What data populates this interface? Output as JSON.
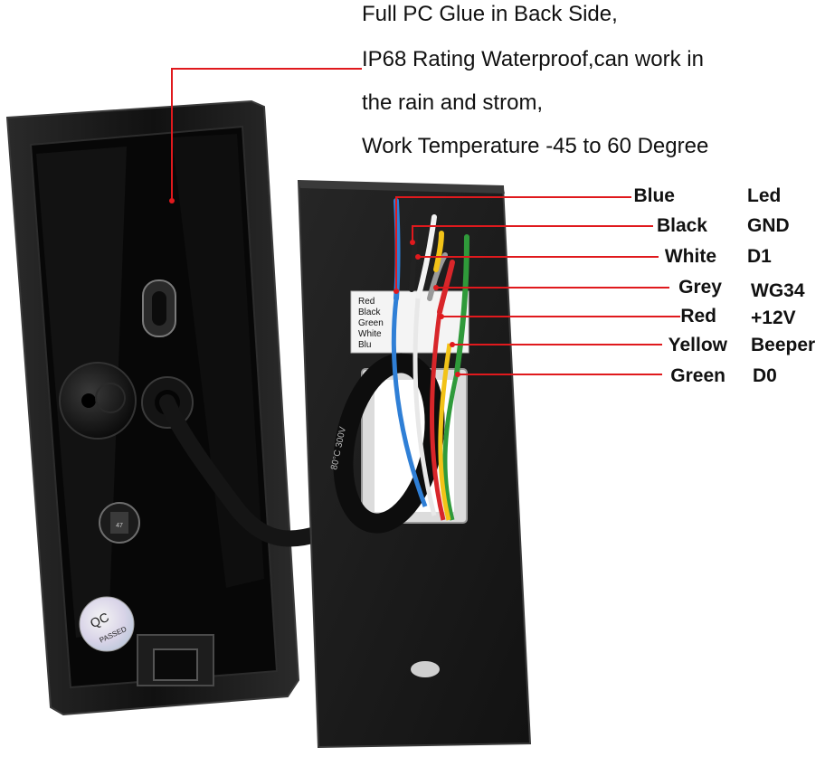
{
  "specs": [
    "Full PC Glue in Back Side,",
    "IP68 Rating Waterproof,can work in",
    "the rain and strom,",
    "Work Temperature -45 to 60 Degree"
  ],
  "wires": [
    {
      "color_name": "Blue",
      "function": "Led",
      "hex": "#2f7fd6"
    },
    {
      "color_name": "Black",
      "function": "GND",
      "hex": "#222222"
    },
    {
      "color_name": "White",
      "function": "D1",
      "hex": "#f2f2f2"
    },
    {
      "color_name": "Grey",
      "function": "WG34",
      "hex": "#9a9a9a"
    },
    {
      "color_name": "Red",
      "function": "+12V",
      "hex": "#d8262a"
    },
    {
      "color_name": "Yellow",
      "function": "Beeper",
      "hex": "#f2c318"
    },
    {
      "color_name": "Green",
      "function": "D0",
      "hex": "#2f9a3a"
    }
  ],
  "sticker_lines": [
    "Red",
    "Black",
    "Green",
    "White",
    "Blu"
  ],
  "qc_label": {
    "top": "QC",
    "bottom": "PASSED"
  },
  "cable_print": "80°C 300V",
  "leader_color": "#e0191d"
}
